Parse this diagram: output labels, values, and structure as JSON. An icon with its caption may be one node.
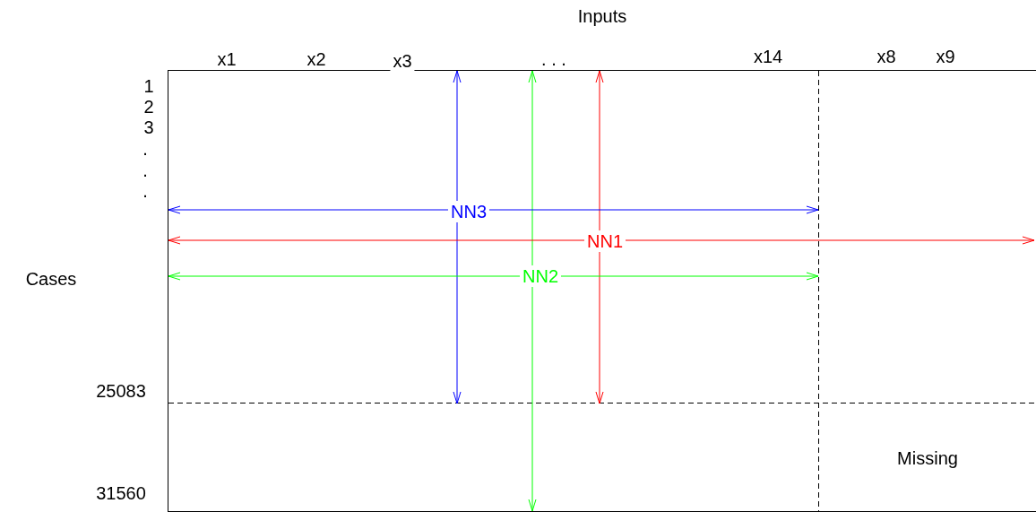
{
  "diagram": {
    "labels": [
      "Inputs",
      "x1",
      "x2",
      "x3",
      ". . .",
      "x14",
      "x8",
      "x9",
      "1",
      "2",
      "3",
      ".",
      ".",
      ".",
      "NN3",
      "NN1",
      "Cases",
      "NN2",
      "25083",
      "Missing",
      "31560"
    ]
  }
}
